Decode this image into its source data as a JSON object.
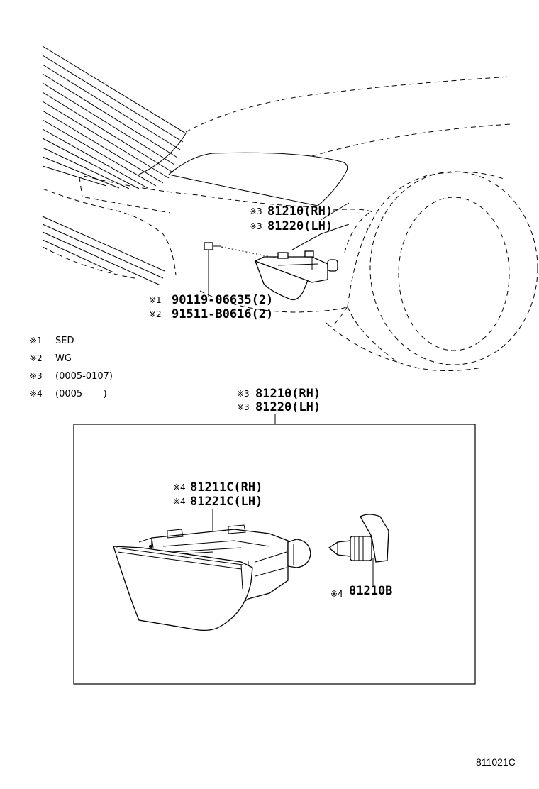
{
  "overview": {
    "lamp_label_rh": {
      "mark": "※3",
      "text": "81210(RH)"
    },
    "lamp_label_lh": {
      "mark": "※3",
      "text": "81220(LH)"
    },
    "screw_label_1": {
      "mark": "※1",
      "text": "90119-06635(2)"
    },
    "screw_label_2": {
      "mark": "※2",
      "text": "91511-B0616(2)"
    }
  },
  "notes": [
    {
      "mark": "※1",
      "text": "SED"
    },
    {
      "mark": "※2",
      "text": "WG"
    },
    {
      "mark": "※3",
      "text": "(0005-0107)"
    },
    {
      "mark": "※4",
      "text": "(0005-      )"
    }
  ],
  "detail": {
    "assembly_rh": {
      "mark": "※3",
      "text": "81210(RH)"
    },
    "assembly_lh": {
      "mark": "※3",
      "text": "81220(LH)"
    },
    "unit_rh": {
      "mark": "※4",
      "text": "81211C(RH)"
    },
    "unit_lh": {
      "mark": "※4",
      "text": "81221C(LH)"
    },
    "bulb": {
      "mark": "※4",
      "text": "81210B"
    }
  },
  "diagram_code": "811021C"
}
